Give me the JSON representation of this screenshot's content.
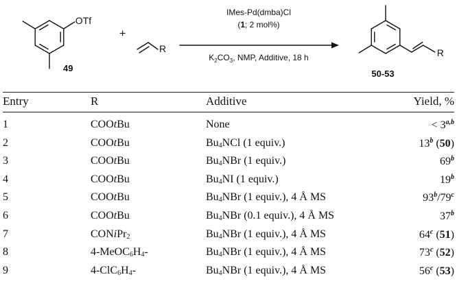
{
  "scheme": {
    "reactant_label": "49",
    "leaving_group": "OTf",
    "plus": "+",
    "alkene_group": "R",
    "catalyst_line1": "IMes-Pd(dmba)Cl",
    "catalyst_line2_open": "(",
    "catalyst_line2_bold": "1",
    "catalyst_line2_rest": "; 2 mol%)",
    "conditions_k": "K",
    "conditions_sub": "2",
    "conditions_rest": "CO",
    "conditions_sub2": "3",
    "conditions_tail": ", NMP, Additive, 18 h",
    "product_label": "50-53",
    "product_group": "R"
  },
  "table": {
    "headers": [
      "Entry",
      "R",
      "Additive",
      "Yield, %"
    ],
    "rows": [
      {
        "entry": "1",
        "r_pre": "COO",
        "r_it": "t",
        "r_post": "Bu",
        "r_sub": "",
        "r_tail": "",
        "add_pre": "None",
        "add_sub": "",
        "add_post": "",
        "y_val": "< 3",
        "y_sup": "a,b",
        "y_paren_open": "",
        "y_bold": "",
        "y_paren_close": ""
      },
      {
        "entry": "2",
        "r_pre": "COO",
        "r_it": "t",
        "r_post": "Bu",
        "r_sub": "",
        "r_tail": "",
        "add_pre": "Bu",
        "add_sub": "4",
        "add_post": "NCl (1 equiv.)",
        "y_val": "13",
        "y_sup": "b",
        "y_paren_open": " (",
        "y_bold": "50",
        "y_paren_close": ")"
      },
      {
        "entry": "3",
        "r_pre": "COO",
        "r_it": "t",
        "r_post": "Bu",
        "r_sub": "",
        "r_tail": "",
        "add_pre": "Bu",
        "add_sub": "4",
        "add_post": "NBr (1 equiv.)",
        "y_val": "69",
        "y_sup": "b",
        "y_paren_open": "",
        "y_bold": "",
        "y_paren_close": ""
      },
      {
        "entry": "4",
        "r_pre": "COO",
        "r_it": "t",
        "r_post": "Bu",
        "r_sub": "",
        "r_tail": "",
        "add_pre": "Bu",
        "add_sub": "4",
        "add_post": "NI (1 equiv.)",
        "y_val": "19",
        "y_sup": "b",
        "y_paren_open": "",
        "y_bold": "",
        "y_paren_close": ""
      },
      {
        "entry": "5",
        "r_pre": "COO",
        "r_it": "t",
        "r_post": "Bu",
        "r_sub": "",
        "r_tail": "",
        "add_pre": "Bu",
        "add_sub": "4",
        "add_post": "NBr (1 equiv.), 4 Å MS",
        "y_val": "93",
        "y_sup": "b",
        "y_paren_open": "",
        "y_bold": "",
        "y_paren_close": "",
        "y_extra": "/79",
        "y_extra_sup": "c"
      },
      {
        "entry": "6",
        "r_pre": "COO",
        "r_it": "t",
        "r_post": "Bu",
        "r_sub": "",
        "r_tail": "",
        "add_pre": "Bu",
        "add_sub": "4",
        "add_post": "NBr (0.1 equiv.), 4 Å MS",
        "y_val": "37",
        "y_sup": "b",
        "y_paren_open": "",
        "y_bold": "",
        "y_paren_close": ""
      },
      {
        "entry": "7",
        "r_pre": "CON",
        "r_it": "i",
        "r_post": "Pr",
        "r_sub": "2",
        "r_tail": "",
        "add_pre": "Bu",
        "add_sub": "4",
        "add_post": "NBr (1 equiv.), 4 Å MS",
        "y_val": "64",
        "y_sup": "c",
        "y_paren_open": " (",
        "y_bold": "51",
        "y_paren_close": ")"
      },
      {
        "entry": "8",
        "r_pre": "4-MeOC",
        "r_it": "",
        "r_post": "",
        "r_sub": "6",
        "r_tail": "H",
        "r_sub2": "4",
        "r_end": "-",
        "add_pre": "Bu",
        "add_sub": "4",
        "add_post": "NBr (1 equiv.), 4 Å MS",
        "y_val": "73",
        "y_sup": "c",
        "y_paren_open": " (",
        "y_bold": "52",
        "y_paren_close": ")"
      },
      {
        "entry": "9",
        "r_pre": "4-ClC",
        "r_it": "",
        "r_post": "",
        "r_sub": "6",
        "r_tail": "H",
        "r_sub2": "4",
        "r_end": "-",
        "add_pre": "Bu",
        "add_sub": "4",
        "add_post": "NBr (1 equiv.), 4 Å MS",
        "y_val": "56",
        "y_sup": "c",
        "y_paren_open": " (",
        "y_bold": "53",
        "y_paren_close": ")"
      }
    ]
  }
}
